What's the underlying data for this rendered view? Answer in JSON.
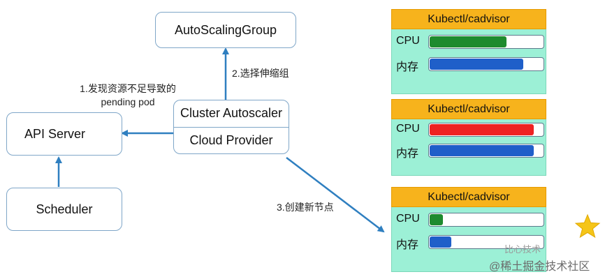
{
  "boxes": {
    "asg": "AutoScalingGroup",
    "cluster_autoscaler": "Cluster Autoscaler",
    "cloud_provider": "Cloud Provider",
    "api_server": "API Server",
    "scheduler": "Scheduler"
  },
  "notes": {
    "step1_line1": "1.发现资源不足导致的",
    "step1_line2": "pending pod",
    "step2": "2.选择伸缩组",
    "step3": "3.创建新节点"
  },
  "nodes": [
    {
      "title": "Kubectl/cadvisor",
      "cpu_label": "CPU",
      "cpu_usage": 0.68,
      "cpu_color": "#1e8b2e",
      "mem_label": "内存",
      "mem_usage": 0.83,
      "mem_color": "#1f5fc9"
    },
    {
      "title": "Kubectl/cadvisor",
      "cpu_label": "CPU",
      "cpu_usage": 0.92,
      "cpu_color": "#ee2222",
      "mem_label": "内存",
      "mem_usage": 0.92,
      "mem_color": "#1f5fc9"
    },
    {
      "title": "Kubectl/cadvisor",
      "cpu_label": "CPU",
      "cpu_usage": 0.12,
      "cpu_color": "#1e8b2e",
      "mem_label": "内存",
      "mem_usage": 0.19,
      "mem_color": "#1f5fc9"
    }
  ],
  "watermark": {
    "line1": "比心技术",
    "line2": "@稀土掘金技术社区"
  },
  "colors": {
    "arrow": "#2f7fc0",
    "star": "#f5c518"
  },
  "icons": {
    "new_node_marker": "star-icon"
  }
}
